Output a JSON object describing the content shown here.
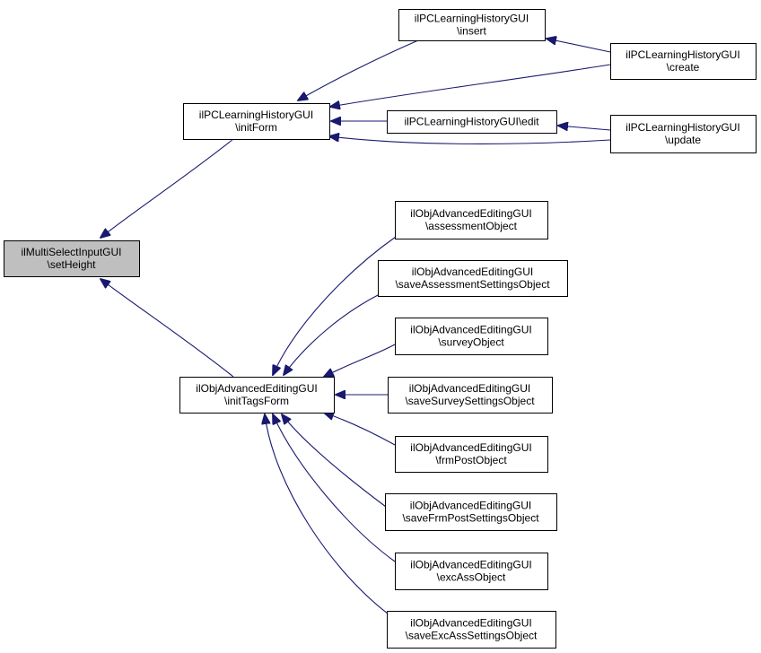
{
  "colors": {
    "edge": "#191970",
    "node_fill": "#ffffff",
    "focus_fill": "#bfbfbf",
    "border": "#000000"
  },
  "nodes": [
    {
      "id": "setHeight",
      "lines": [
        "ilMultiSelectInputGUI",
        "\\setHeight"
      ],
      "focus": true
    },
    {
      "id": "initForm",
      "lines": [
        "ilPCLearningHistoryGUI",
        "\\initForm"
      ]
    },
    {
      "id": "initTagsForm",
      "lines": [
        "ilObjAdvancedEditingGUI",
        "\\initTagsForm"
      ]
    },
    {
      "id": "insert",
      "lines": [
        "ilPCLearningHistoryGUI",
        "\\insert"
      ]
    },
    {
      "id": "edit",
      "lines": [
        "ilPCLearningHistoryGUI\\edit"
      ]
    },
    {
      "id": "create",
      "lines": [
        "ilPCLearningHistoryGUI",
        "\\create"
      ]
    },
    {
      "id": "update",
      "lines": [
        "ilPCLearningHistoryGUI",
        "\\update"
      ]
    },
    {
      "id": "assessmentObject",
      "lines": [
        "ilObjAdvancedEditingGUI",
        "\\assessmentObject"
      ]
    },
    {
      "id": "saveAssessmentSettingsObject",
      "lines": [
        "ilObjAdvancedEditingGUI",
        "\\saveAssessmentSettingsObject"
      ]
    },
    {
      "id": "surveyObject",
      "lines": [
        "ilObjAdvancedEditingGUI",
        "\\surveyObject"
      ]
    },
    {
      "id": "saveSurveySettingsObject",
      "lines": [
        "ilObjAdvancedEditingGUI",
        "\\saveSurveySettingsObject"
      ]
    },
    {
      "id": "frmPostObject",
      "lines": [
        "ilObjAdvancedEditingGUI",
        "\\frmPostObject"
      ]
    },
    {
      "id": "saveFrmPostSettingsObject",
      "lines": [
        "ilObjAdvancedEditingGUI",
        "\\saveFrmPostSettingsObject"
      ]
    },
    {
      "id": "excAssObject",
      "lines": [
        "ilObjAdvancedEditingGUI",
        "\\excAssObject"
      ]
    },
    {
      "id": "saveExcAssSettingsObject",
      "lines": [
        "ilObjAdvancedEditingGUI",
        "\\saveExcAssSettingsObject"
      ]
    }
  ],
  "edges": [
    {
      "from": "initForm",
      "to": "setHeight"
    },
    {
      "from": "initTagsForm",
      "to": "setHeight"
    },
    {
      "from": "insert",
      "to": "initForm"
    },
    {
      "from": "create",
      "to": "initForm"
    },
    {
      "from": "edit",
      "to": "initForm"
    },
    {
      "from": "update",
      "to": "initForm"
    },
    {
      "from": "create",
      "to": "insert"
    },
    {
      "from": "update",
      "to": "edit"
    },
    {
      "from": "assessmentObject",
      "to": "initTagsForm"
    },
    {
      "from": "saveAssessmentSettingsObject",
      "to": "initTagsForm"
    },
    {
      "from": "surveyObject",
      "to": "initTagsForm"
    },
    {
      "from": "saveSurveySettingsObject",
      "to": "initTagsForm"
    },
    {
      "from": "frmPostObject",
      "to": "initTagsForm"
    },
    {
      "from": "saveFrmPostSettingsObject",
      "to": "initTagsForm"
    },
    {
      "from": "excAssObject",
      "to": "initTagsForm"
    },
    {
      "from": "saveExcAssSettingsObject",
      "to": "initTagsForm"
    }
  ]
}
